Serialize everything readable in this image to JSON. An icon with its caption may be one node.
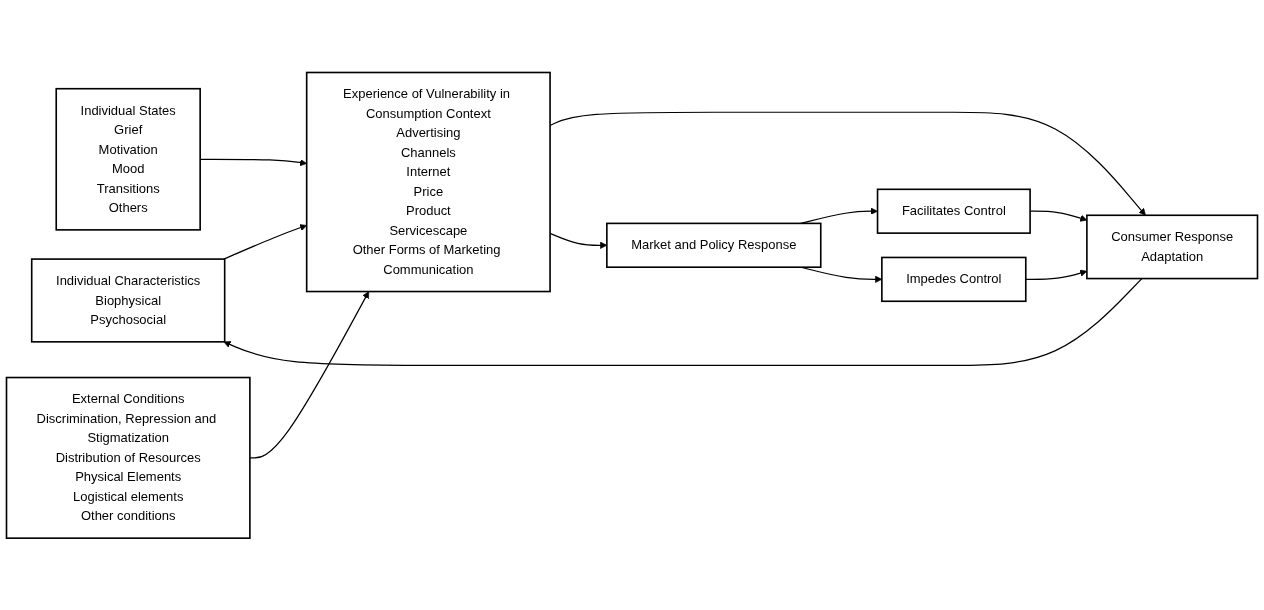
{
  "diagram": {
    "nodes": [
      {
        "text": [
          "Individual Characteristics",
          "Biophysical",
          "Psychosocial"
        ]
      },
      {
        "text": [
          "Individual States",
          "Grief",
          "Motivation",
          "Mood",
          "Transitions",
          "Others"
        ]
      },
      {
        "text": [
          "External Conditions",
          "Discrimination, Repression and Stigmatization",
          "Distribution of Resources",
          "Physical Elements",
          "Logistical elements",
          "Other conditions"
        ]
      },
      {
        "text": [
          "Experience of Vulnerability in Consumption Context",
          "Advertising",
          "Channels",
          "Internet",
          "Price",
          "Product",
          "Servicescape",
          "Other Forms of Marketing Communication"
        ]
      },
      {
        "text": [
          "Consumer Response",
          "Adaptation"
        ]
      },
      {
        "text": [
          "Market and Policy Response"
        ]
      },
      {
        "text": [
          "Facilitates Control"
        ]
      },
      {
        "text": [
          "Impedes Control"
        ]
      }
    ],
    "edges": [
      {
        "from": 0,
        "to": 3,
        "arrow": "to"
      },
      {
        "from": 1,
        "to": 3,
        "arrow": "to"
      },
      {
        "from": 2,
        "to": 3,
        "arrow": "to"
      },
      {
        "from": 3,
        "to": 4,
        "arrow": "to"
      },
      {
        "from": 3,
        "to": 5,
        "arrow": "to"
      },
      {
        "from": 4,
        "to": 0,
        "arrow": "to"
      },
      {
        "from": 5,
        "to": 6,
        "arrow": "to"
      },
      {
        "from": 5,
        "to": 7,
        "arrow": "to"
      },
      {
        "from": 6,
        "to": 4,
        "arrow": "to"
      },
      {
        "from": 7,
        "to": 4,
        "arrow": "to"
      }
    ]
  }
}
